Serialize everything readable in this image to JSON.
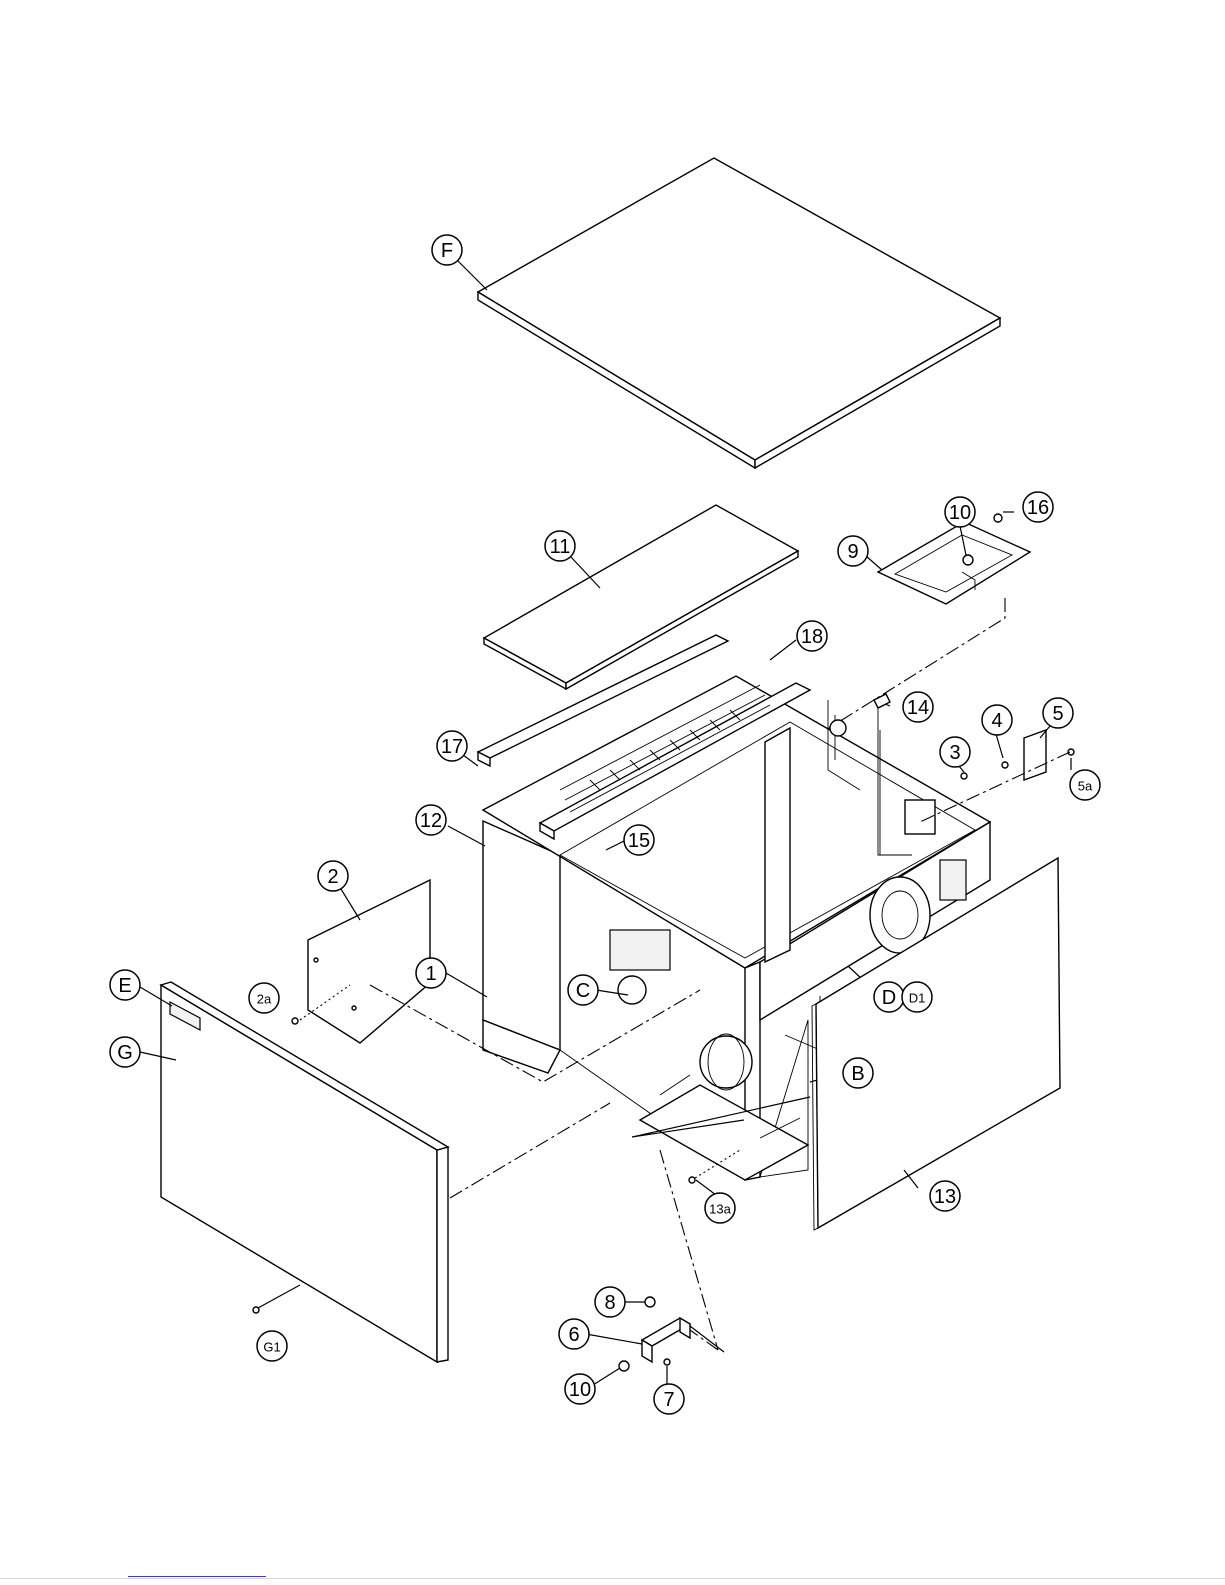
{
  "diagram": {
    "callouts": [
      {
        "id": "F",
        "label": "F"
      },
      {
        "id": "11",
        "label": "11"
      },
      {
        "id": "10-top",
        "label": "10"
      },
      {
        "id": "16",
        "label": "16"
      },
      {
        "id": "9",
        "label": "9"
      },
      {
        "id": "18",
        "label": "18"
      },
      {
        "id": "14",
        "label": "14"
      },
      {
        "id": "4",
        "label": "4"
      },
      {
        "id": "5",
        "label": "5"
      },
      {
        "id": "3",
        "label": "3"
      },
      {
        "id": "5a",
        "label": "5a"
      },
      {
        "id": "17",
        "label": "17"
      },
      {
        "id": "12",
        "label": "12"
      },
      {
        "id": "15",
        "label": "15"
      },
      {
        "id": "2",
        "label": "2"
      },
      {
        "id": "1",
        "label": "1"
      },
      {
        "id": "E",
        "label": "E"
      },
      {
        "id": "2a",
        "label": "2a"
      },
      {
        "id": "C",
        "label": "C"
      },
      {
        "id": "D",
        "label": "D"
      },
      {
        "id": "D1",
        "label": "D1"
      },
      {
        "id": "G",
        "label": "G"
      },
      {
        "id": "B",
        "label": "B"
      },
      {
        "id": "13a",
        "label": "13a"
      },
      {
        "id": "13",
        "label": "13"
      },
      {
        "id": "8",
        "label": "8"
      },
      {
        "id": "6",
        "label": "6"
      },
      {
        "id": "10-bottom",
        "label": "10"
      },
      {
        "id": "7",
        "label": "7"
      },
      {
        "id": "G1",
        "label": "G1"
      }
    ]
  }
}
